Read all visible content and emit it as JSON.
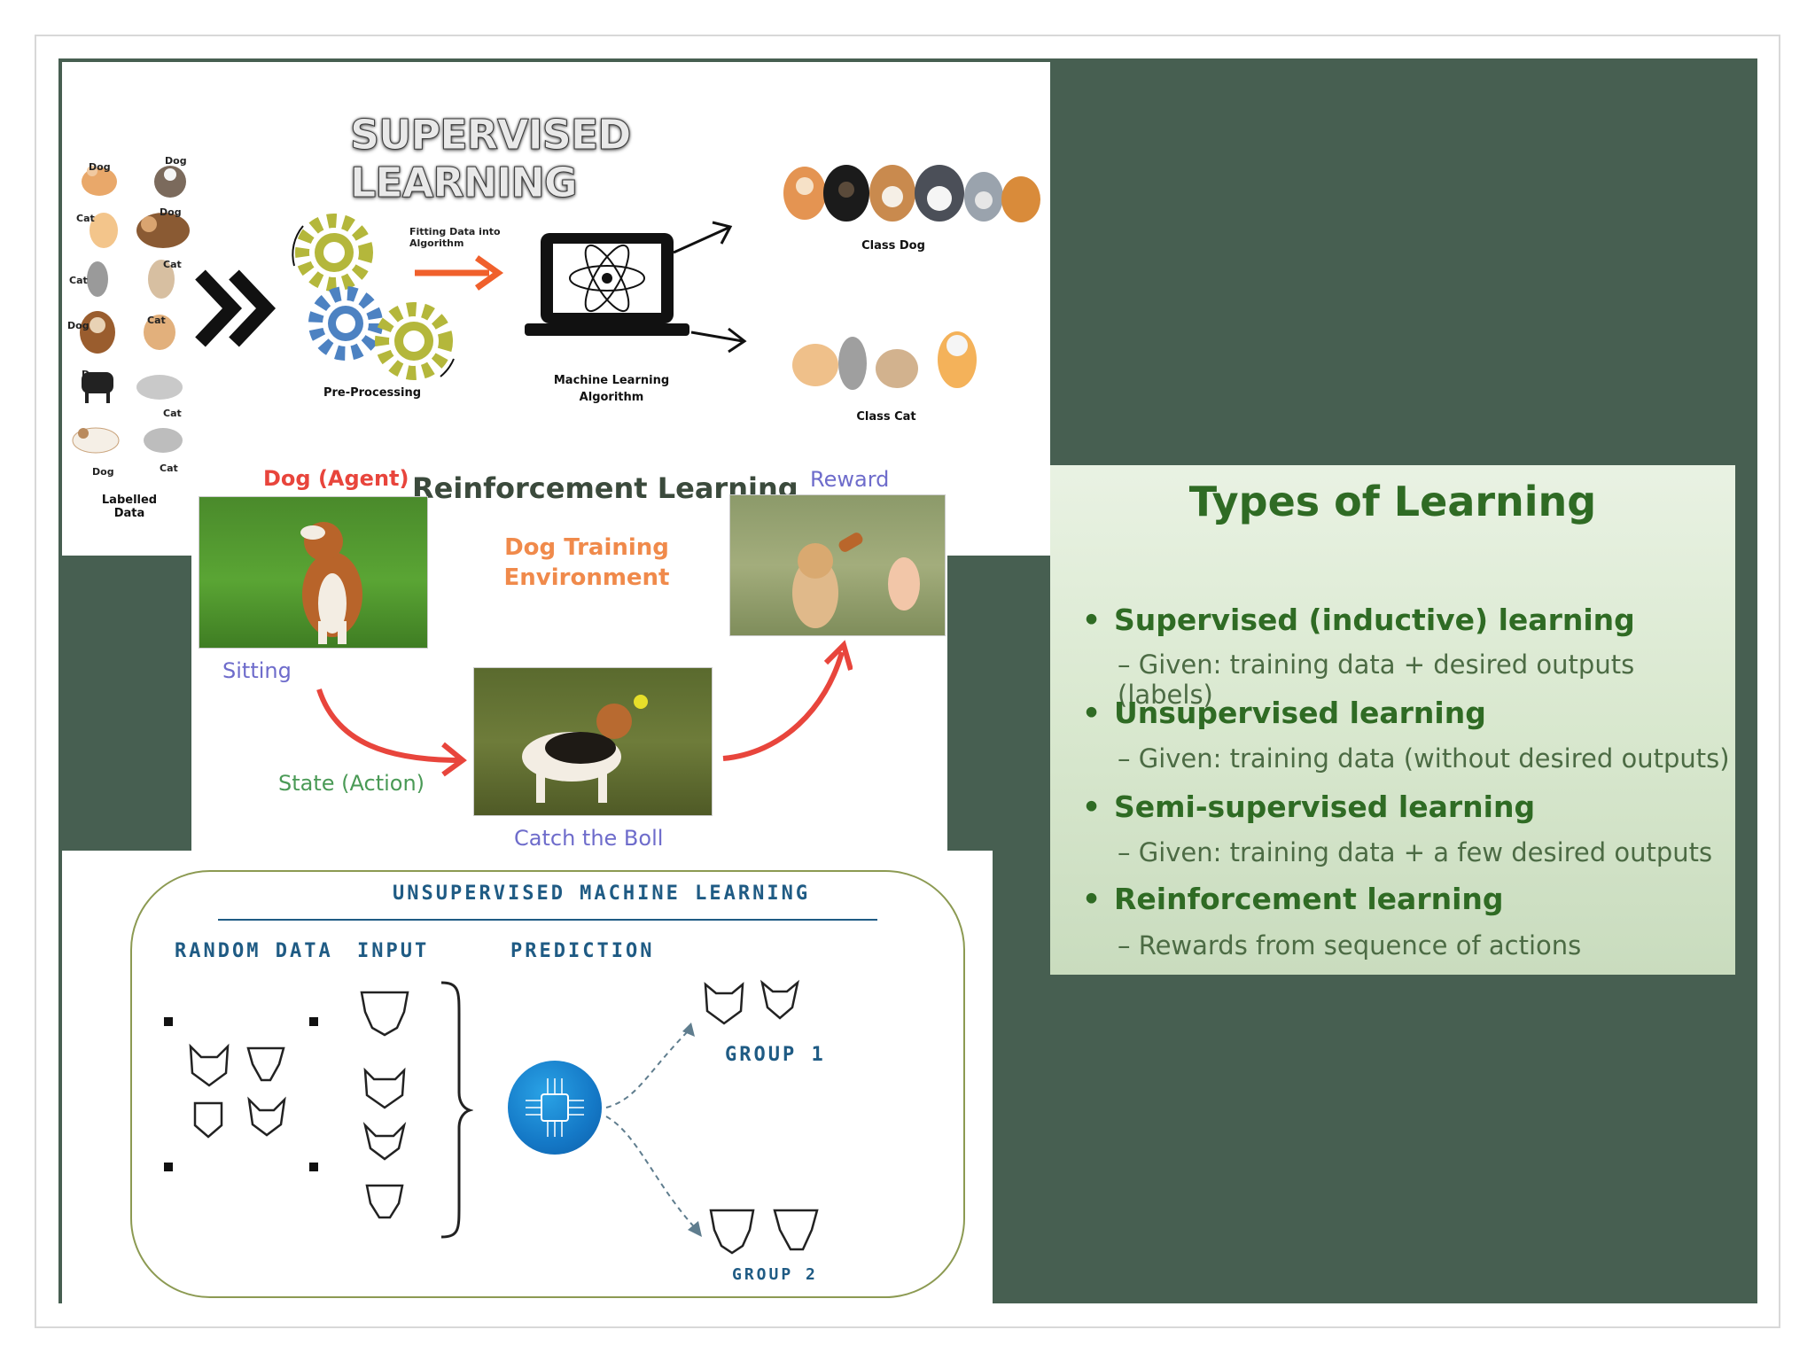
{
  "supervised": {
    "title": "SUPERVISED LEARNING",
    "labels": {
      "dog": "Dog",
      "cat": "Cat",
      "labelled_data": "Labelled Data",
      "fitting": "Fitting Data into Algorithm",
      "pre_processing": "Pre-Processing",
      "ml_algorithm_line1": "Machine Learning",
      "ml_algorithm_line2": "Algorithm",
      "class_dog": "Class Dog",
      "class_cat": "Class Cat"
    }
  },
  "reinforcement": {
    "title": "Reinforcement Learning",
    "agent": "Dog (Agent)",
    "environment_line1": "Dog Training",
    "environment_line2": "Environment",
    "reward": "Reward",
    "sitting": "Sitting",
    "state_action": "State (Action)",
    "catch": "Catch the Boll"
  },
  "unsupervised": {
    "title": "UNSUPERVISED MACHINE LEARNING",
    "col_random": "RANDOM DATA",
    "col_input": "INPUT",
    "col_prediction": "PREDICTION",
    "group1": "GROUP 1",
    "group2": "GROUP 2"
  },
  "types": {
    "title": "Types of Learning",
    "items": [
      {
        "heading": "Supervised (inductive) learning",
        "detail": "– Given: training data + desired outputs (labels)"
      },
      {
        "heading": "Unsupervised learning",
        "detail": "– Given: training data (without desired outputs)"
      },
      {
        "heading": "Semi-supervised learning",
        "detail": "– Given: training data + a few desired outputs"
      },
      {
        "heading": "Reinforcement learning",
        "detail": "– Rewards from sequence of actions"
      }
    ]
  },
  "colors": {
    "slide_bg": "#475f51",
    "types_title": "#2f6b24",
    "red_arrow": "#e8453c",
    "orange_arrow": "#f0602c",
    "blue_caption": "#1f5b84"
  }
}
